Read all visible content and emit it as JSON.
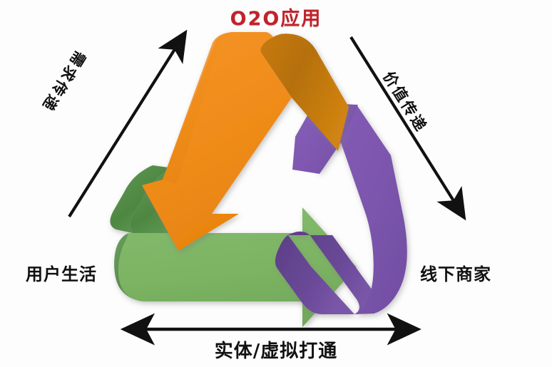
{
  "title": {
    "text": "O2O应用",
    "color": "#C0232B"
  },
  "labels": {
    "left": "用户生活",
    "right": "线下商家",
    "bottom": "实体/虚拟打通",
    "diagonal_left": "需求传递",
    "diagonal_right": "价值传递"
  },
  "diagram": {
    "type": "recycling-triangle",
    "arrows": [
      {
        "name": "orange-arrow",
        "color": "#F08C1A",
        "shadow_color": "#B5700A",
        "direction": "down-left",
        "meaning": "需求传递"
      },
      {
        "name": "green-arrow",
        "color": "#7CB463",
        "shadow_color": "#4E8742",
        "direction": "right",
        "meaning": "实体/虚拟打通"
      },
      {
        "name": "purple-arrow",
        "color": "#7F57B0",
        "shadow_color": "#5E3F87",
        "direction": "up-left",
        "meaning": "价值传递"
      }
    ],
    "annotation_arrows": [
      {
        "name": "left-diagonal-arrow",
        "heads": "end",
        "label": "需求传递"
      },
      {
        "name": "right-diagonal-arrow",
        "heads": "end",
        "label": "价值传递"
      },
      {
        "name": "bottom-horizontal-arrow",
        "heads": "both",
        "label": "实体/虚拟打通"
      }
    ]
  },
  "colors": {
    "orange": "#F08C1A",
    "orange_dark": "#B5700A",
    "green": "#7CB463",
    "green_dark": "#4E8742",
    "purple": "#7F57B0",
    "purple_dark": "#5E3F87",
    "title_red": "#C0232B",
    "text_black": "#111111",
    "background": "#fdfdfd"
  }
}
